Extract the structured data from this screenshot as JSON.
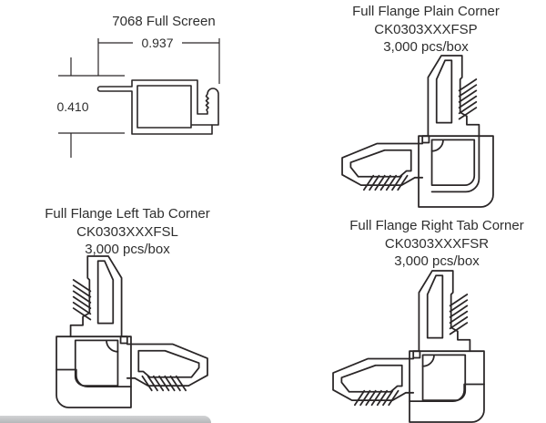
{
  "theme": {
    "background": "#ffffff",
    "line_color": "#2a2627",
    "text_color": "#2e2e2e",
    "accent_bar_color": "#b5b7b9"
  },
  "profile_section": {
    "title": "7068 Full Screen",
    "width_dim": "0.937",
    "height_dim": "0.410"
  },
  "corner_sections": [
    {
      "title": "Full Flange Plain Corner",
      "code": "CK0303XXXFSP",
      "qty": "3,000 pcs/box"
    },
    {
      "title": "Full Flange Left Tab Corner",
      "code": "CK0303XXXFSL",
      "qty": "3,000 pcs/box"
    },
    {
      "title": "Full Flange Right Tab Corner",
      "code": "CK0303XXXFSR",
      "qty": "3,000 pcs/box"
    }
  ]
}
